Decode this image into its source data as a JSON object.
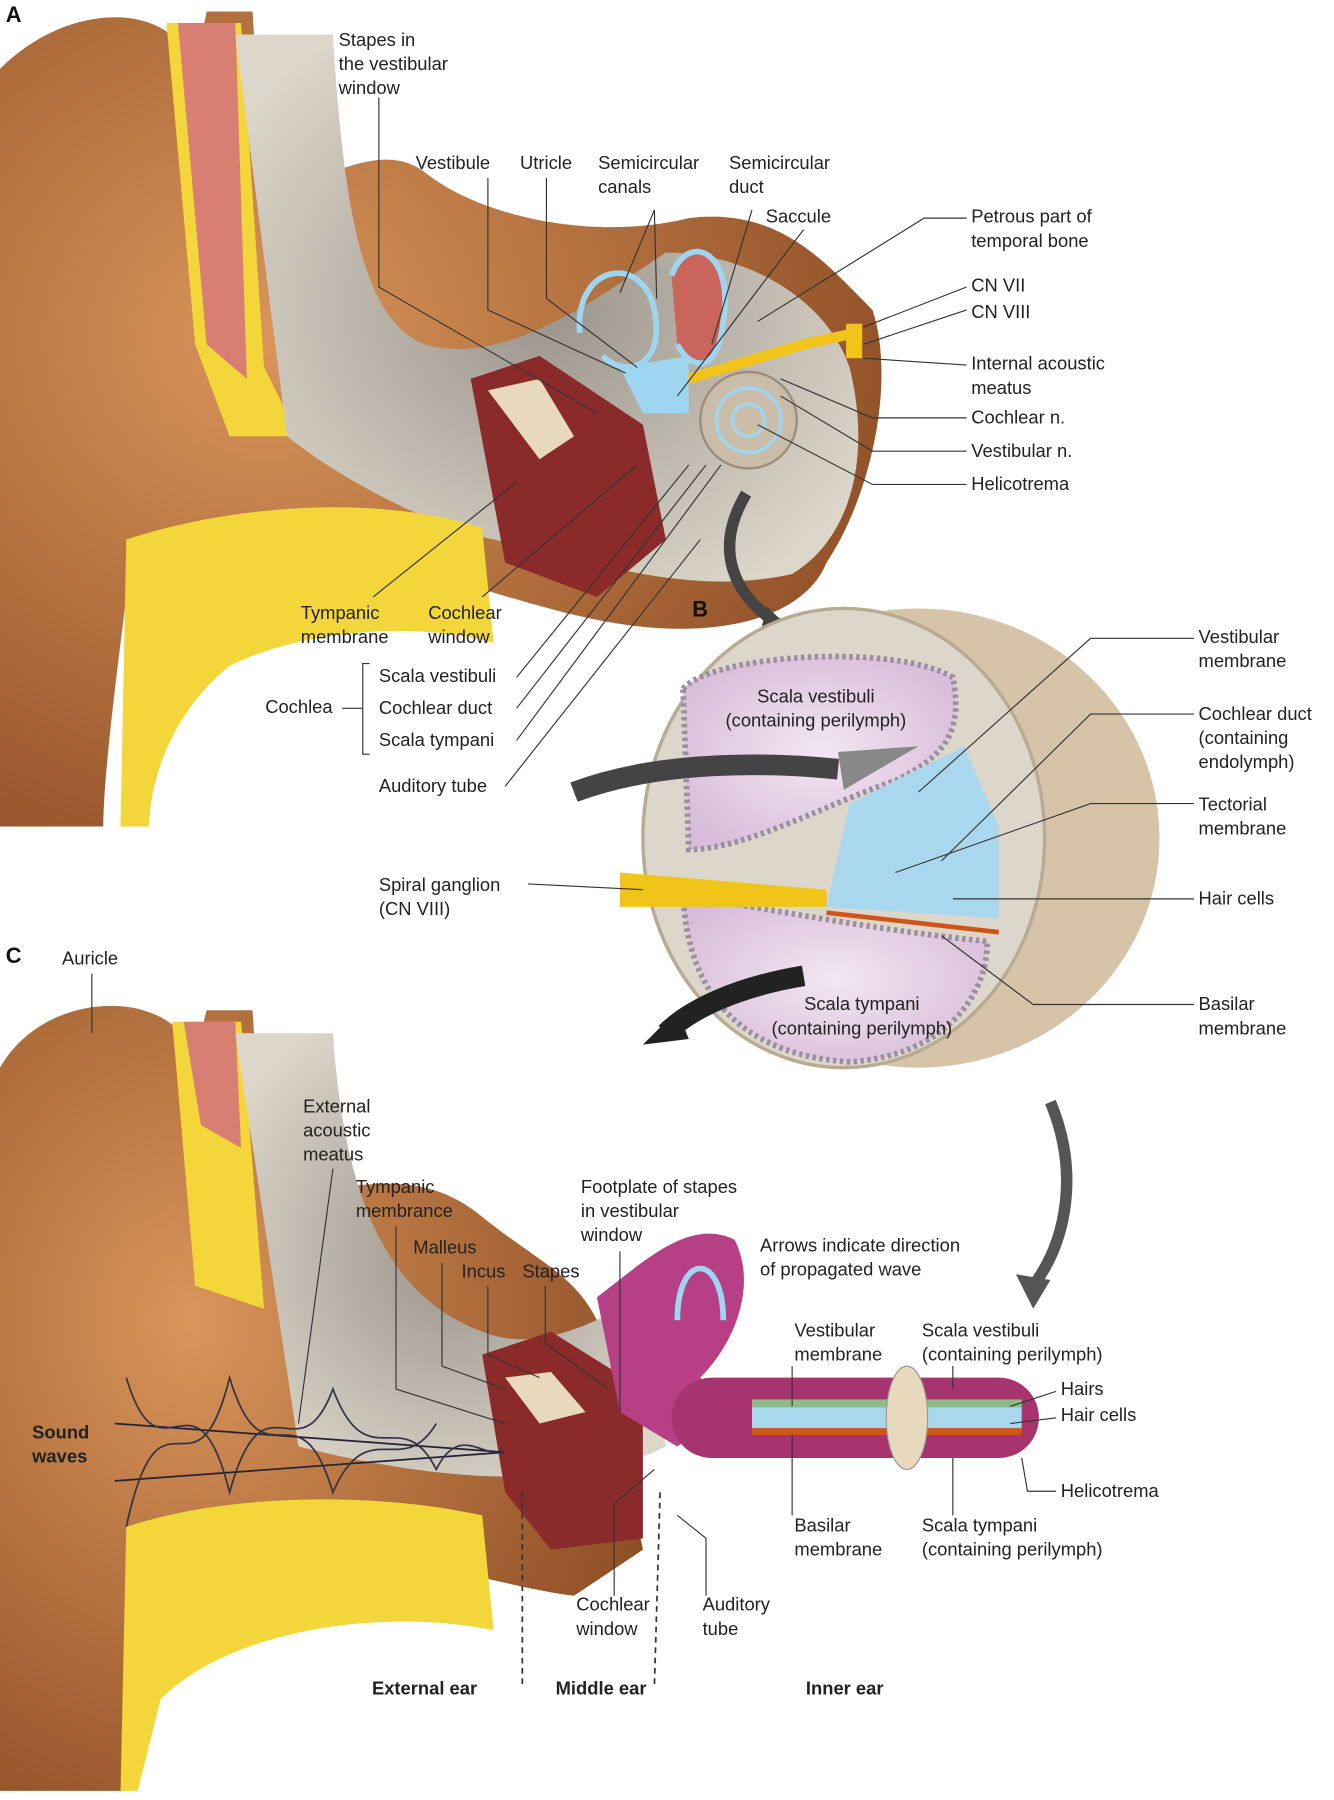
{
  "panels": {
    "a": "A",
    "b": "B",
    "c": "C"
  },
  "panel_a": {
    "stapes": "Stapes in\nthe vestibular\nwindow",
    "vestibule": "Vestibule",
    "utricle": "Utricle",
    "semicircular_canals": "Semicircular\ncanals",
    "semicircular_duct": "Semicircular\nduct",
    "saccule": "Saccule",
    "petrous": "Petrous part of\ntemporal bone",
    "cn7": "CN VII",
    "cn8": "CN VIII",
    "internal_meatus": "Internal acoustic\nmeatus",
    "cochlear_n": "Cochlear n.",
    "vestibular_n": "Vestibular n.",
    "helicotrema": "Helicotrema",
    "tympanic_membrane": "Tympanic\nmembrane",
    "cochlear_window": "Cochlear\nwindow",
    "cochlea": "Cochlea",
    "scala_vestibuli": "Scala vestibuli",
    "cochlear_duct": "Cochlear duct",
    "scala_tympani": "Scala tympani",
    "auditory_tube": "Auditory tube"
  },
  "panel_b": {
    "vestibular_membrane": "Vestibular\nmembrane",
    "cochlear_duct": "Cochlear duct\n(containing\nendolymph)",
    "tectorial_membrane": "Tectorial\nmembrane",
    "hair_cells": "Hair cells",
    "basilar_membrane": "Basilar\nmembrane",
    "scala_vestibuli": "Scala vestibuli\n(containing perilymph)",
    "scala_tympani": "Scala tympani\n(containing perilymph)",
    "spiral_ganglion": "Spiral ganglion\n(CN VIII)"
  },
  "panel_c": {
    "auricle": "Auricle",
    "external_meatus": "External\nacoustic\nmeatus",
    "tympanic_membrane": "Tympanic\nmembrance",
    "malleus": "Malleus",
    "incus": "Incus",
    "stapes": "Stapes",
    "footplate": "Footplate of stapes\nin vestibular\nwindow",
    "arrows_note": "Arrows indicate direction\nof propagated wave",
    "vestibular_membrane": "Vestibular\nmembrane",
    "scala_vestibuli": "Scala vestibuli\n(containing perilymph)",
    "hairs": "Hairs",
    "hair_cells": "Hair cells",
    "helicotrema": "Helicotrema",
    "basilar_membrane": "Basilar\nmembrane",
    "scala_tympani": "Scala tympani\n(containing perilymph)",
    "cochlear_window": "Cochlear\nwindow",
    "auditory_tube": "Auditory\ntube",
    "sound_waves": "Sound\nwaves",
    "external_ear": "External ear",
    "middle_ear": "Middle ear",
    "inner_ear": "Inner ear"
  },
  "colors": {
    "skin": "#b8733f",
    "bone": "#d9d2c4",
    "fat": "#f2d63a",
    "perilymph": "#e7d3ea",
    "endolymph": "#a9d8ee",
    "cochlea_tube": "#a8346f",
    "nerve": "#f0c419"
  }
}
